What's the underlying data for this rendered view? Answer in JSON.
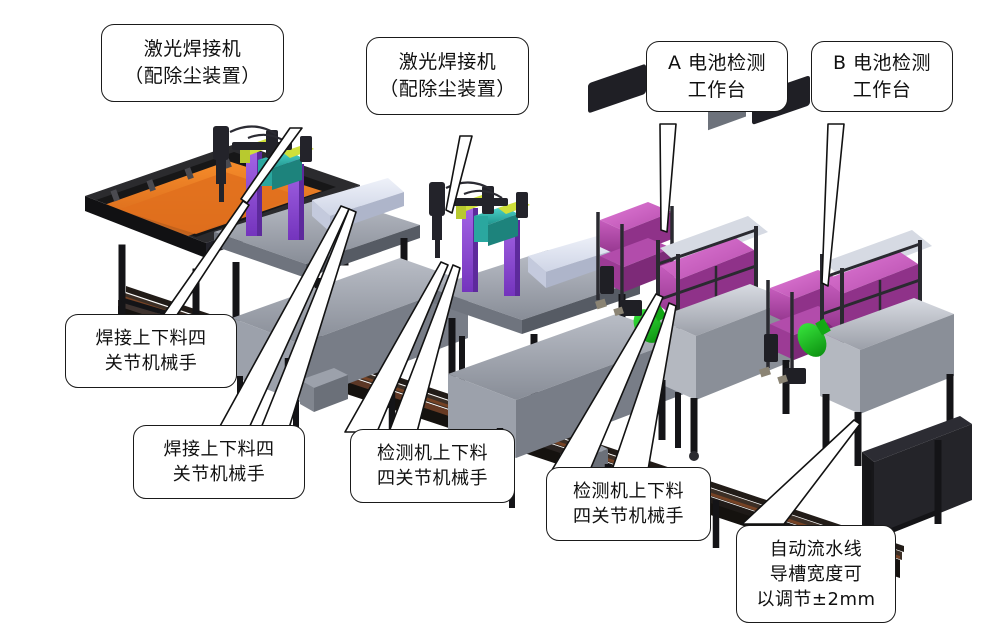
{
  "diagram": {
    "type": "3d-cad-rendering",
    "subject": "automated battery welding and testing production line",
    "background_color": "#ffffff",
    "machine_colors": {
      "frame_black": "#1d1d1f",
      "conveyor_orange": "#e87722",
      "panel_gray": "#b9bcc4",
      "panel_light": "#dfe3ee",
      "accent_magenta": "#b23fa8",
      "accent_purple": "#8d4fd6",
      "accent_teal": "#2fb8b0",
      "accent_yellowgreen": "#c8d832",
      "accent_green": "#14c21c",
      "metal_gray": "#8d9099"
    }
  },
  "callouts": [
    {
      "id": "laser-welder-1",
      "line1": "激光焊接机",
      "line2": "（配除尘装置）",
      "target": "first laser welding station"
    },
    {
      "id": "laser-welder-2",
      "line1": "激光焊接机",
      "line2": "（配除尘装置）",
      "target": "second laser welding station"
    },
    {
      "id": "battery-test-a",
      "line1": "A 电池检测",
      "line2": "工作台",
      "target": "A battery testing workbench"
    },
    {
      "id": "battery-test-b",
      "line1": "B 电池检测",
      "line2": "工作台",
      "target": "B battery testing workbench"
    },
    {
      "id": "weld-loader-robot-1",
      "line1": "焊接上下料四",
      "line2": "关节机械手",
      "target": "welding load/unload 4-axis robot"
    },
    {
      "id": "weld-loader-robot-2",
      "line1": "焊接上下料四",
      "line2": "关节机械手",
      "target": "welding load/unload 4-axis robot"
    },
    {
      "id": "tester-loader-robot-1",
      "line1": "检测机上下料",
      "line2": "四关节机械手",
      "target": "tester load/unload 4-axis robot"
    },
    {
      "id": "tester-loader-robot-2",
      "line1": "检测机上下料",
      "line2": "四关节机械手",
      "target": "tester load/unload 4-axis robot"
    },
    {
      "id": "conveyor-adjust",
      "line1": "自动流水线",
      "line2": "导槽宽度可",
      "line3": "以调节±2mm",
      "target": "automatic conveyor line guide rail width adjustable"
    }
  ]
}
